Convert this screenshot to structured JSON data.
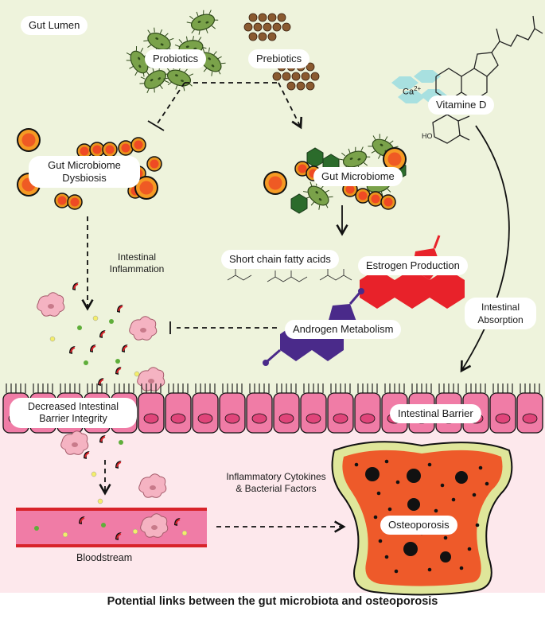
{
  "regions": {
    "lumen": "Gut Lumen"
  },
  "nodes": {
    "probiotics": "Probiotics",
    "prebiotics": "Prebiotics",
    "calcium": "Ca",
    "calcium_charge": "2+",
    "vitamin_d": "Vitamine D",
    "dysbiosis": "Gut Microbiome Dysbiosis",
    "microbiome": "Gut Microbiome",
    "scfa": "Short chain fatty acids",
    "estrogen": "Estrogen Production",
    "androgen": "Androgen Metabolism",
    "barrier": "Intestinal Barrier",
    "decreased_barrier": "Decreased Intestinal Barrier Integrity",
    "bloodstream": "Bloodstream",
    "osteoporosis": "Osteoporosis"
  },
  "edges": {
    "inflammation": "Intestinal Inflammation",
    "absorption": "Intestinal Absorption",
    "cytokines": "Inflammatory Cytokines & Bacterial Factors"
  },
  "molecules": {
    "hydroxyl": "HO"
  },
  "caption": "Potential links between the gut microbiota and osteoporosis",
  "colors": {
    "lumen_bg": "#eef3dc",
    "lower_bg": "#fde8ec",
    "cell_pink": "#f07ca6",
    "bone_orange": "#ee5a2a",
    "bone_rim": "#dfe69a",
    "estrogen_red": "#e8222a",
    "androgen_purple": "#4a2a8a",
    "calcium_teal": "#a8e0e0"
  }
}
